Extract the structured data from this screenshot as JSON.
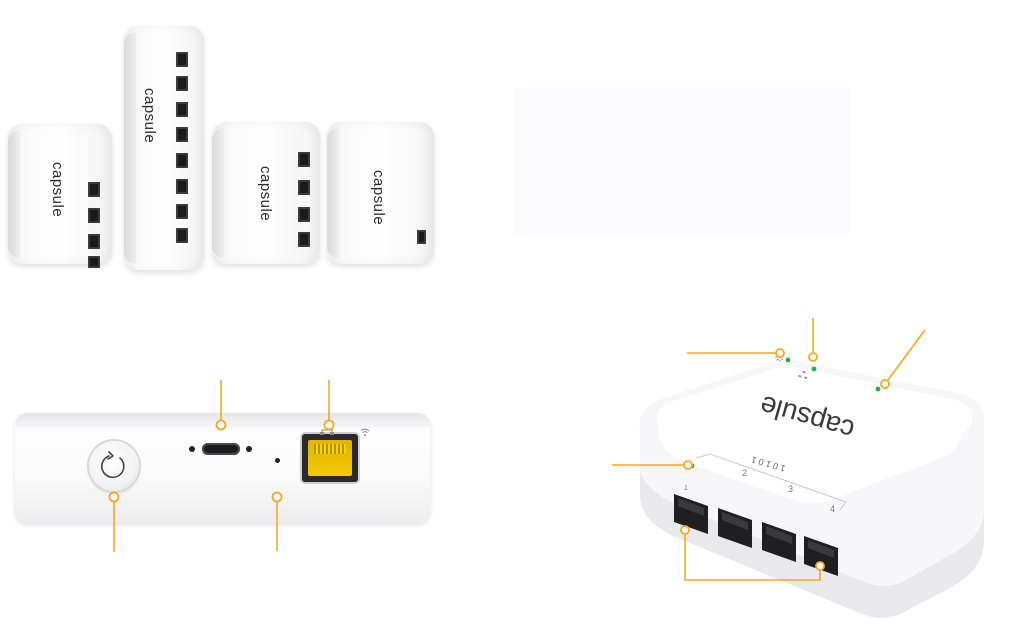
{
  "brand": "capsule",
  "caption": {
    "paragraph_1": "",
    "paragraph_2": ""
  },
  "front_view": {
    "ethernet_icon": "network-icon",
    "wifi_icon": "wifi-icon",
    "reset_icon": "reset-arrow-icon"
  },
  "angled_view": {
    "port_numbers": [
      "1",
      "2",
      "3",
      "4"
    ],
    "port_label": "1 0 1 0 1"
  },
  "colors": {
    "callout": "#f5a623",
    "led_green": "#22b24c",
    "ethernet_port": "#f3c900"
  }
}
